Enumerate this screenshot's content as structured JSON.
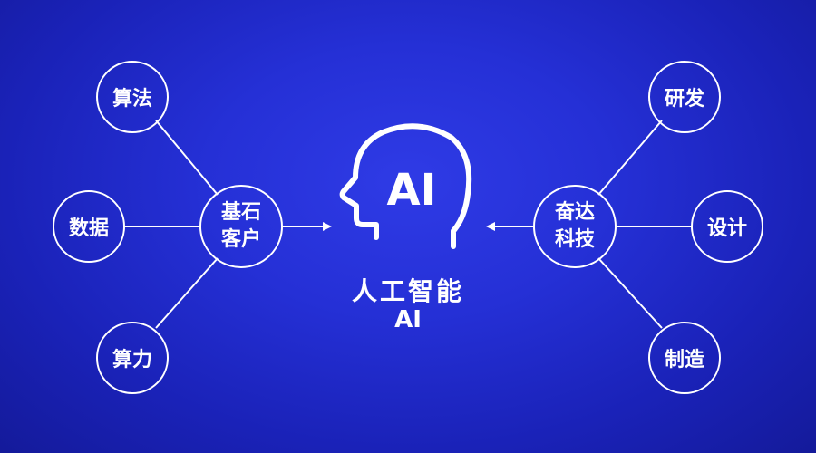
{
  "center": {
    "head_text": "AI",
    "title": "人工智能",
    "subtitle": "AI"
  },
  "left_hub": {
    "line1": "基石",
    "line2": "客户"
  },
  "left_leaves": [
    "算法",
    "数据",
    "算力"
  ],
  "right_hub": {
    "line1": "奋达",
    "line2": "科技"
  },
  "right_leaves": [
    "研发",
    "设计",
    "制造"
  ],
  "colors": {
    "background": "#2530d6",
    "foreground": "#ffffff"
  }
}
